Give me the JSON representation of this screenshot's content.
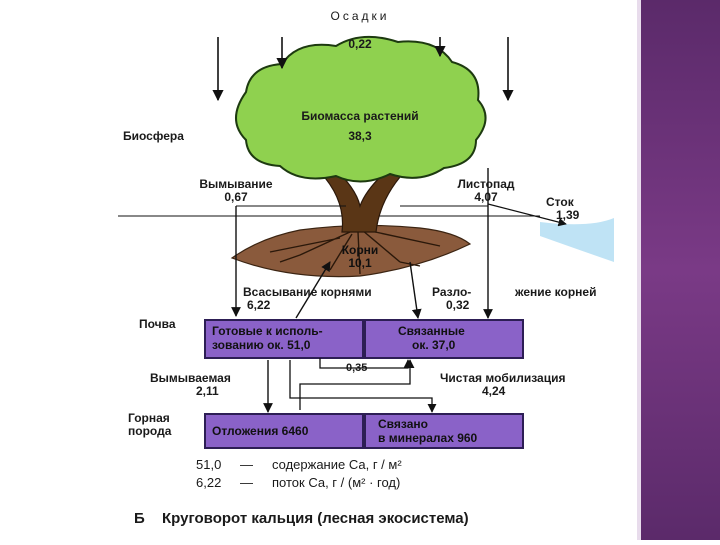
{
  "precip": {
    "title": "Осадки",
    "value": "0,22"
  },
  "biosphere": "Биосфера",
  "biomass": {
    "label": "Биомасса растений",
    "value": "38,3"
  },
  "leaching": {
    "label": "Вымывание",
    "value": "0,67"
  },
  "litterfall": {
    "label": "Листопад",
    "value": "4,07"
  },
  "runoff": {
    "label": "Сток",
    "value": "1,39"
  },
  "roots": {
    "label": "Корни",
    "value": "10,1"
  },
  "root_uptake": {
    "label": "Всасывание корнями",
    "value": "6,22"
  },
  "root_decay": {
    "label_a": "Разло-",
    "label_b": "жение корней",
    "value": "0,32"
  },
  "soil": {
    "label": "Почва",
    "available_a": "Готовые к исполь-",
    "available_b": "зованию ок. 51,0",
    "bound_a": "Связанные",
    "bound_b": "ок. 37,0",
    "exchange_value": "0,35"
  },
  "leachable": {
    "label": "Вымываемая",
    "value": "2,11"
  },
  "mobilization": {
    "label": "Чистая мобилизация",
    "value": "4,24"
  },
  "rock": {
    "label_a": "Горная",
    "label_b": "порода",
    "deposits": "Отложения 6460",
    "bound_a": "Связано",
    "bound_b": "в минералах 960"
  },
  "legend": [
    {
      "num": "51,0",
      "dash": "—",
      "text": "содержание Са, г / м²"
    },
    {
      "num": "6,22",
      "dash": "—",
      "text": "поток Са, г / (м² · год)"
    }
  ],
  "caption": {
    "letter": "Б",
    "text": "Круговорот кальция (лесная экосистема)"
  },
  "colors": {
    "canopy": "#8fd14f",
    "canopy_outline": "#1d3a10",
    "trunk": "#5a3616",
    "soil_fill": "#8a5a3c",
    "box_fill": "#8a62c8",
    "box_border": "#2d1e55",
    "water": "#bfe3f5",
    "sidebar": "#6b2f78"
  }
}
